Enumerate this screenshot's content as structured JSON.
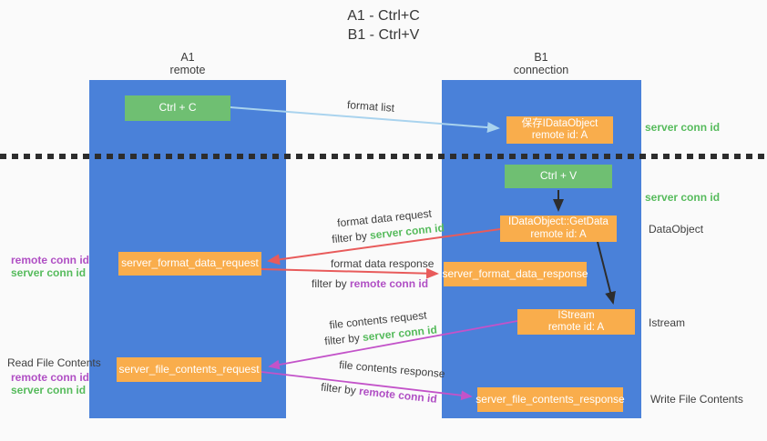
{
  "title": {
    "line1": "A1 - Ctrl+C",
    "line2": "B1 - Ctrl+V"
  },
  "columns": {
    "a1": {
      "label": "A1",
      "sublabel": "remote"
    },
    "b1": {
      "label": "B1",
      "sublabel": "connection"
    }
  },
  "nodes": {
    "ctrl_c": {
      "label": "Ctrl + C"
    },
    "ctrl_v": {
      "label": "Ctrl + V"
    },
    "save_idataobject": {
      "line1": "保存IDataObject",
      "line2": "remote id: A"
    },
    "idataobject_getdata": {
      "line1": "IDataObject::GetData",
      "line2": "remote id: A"
    },
    "istream": {
      "line1": "IStream",
      "line2": "remote id: A"
    },
    "server_format_data_request": {
      "label": "server_format_data_request"
    },
    "server_format_data_response": {
      "label": "server_format_data_response"
    },
    "server_file_contents_request": {
      "label": "server_file_contents_request"
    },
    "server_file_contents_response": {
      "label": "server_file_contents_response"
    }
  },
  "arrow_labels": {
    "format_list": "format list",
    "format_data_request": "format data request",
    "format_data_request_filter": {
      "prefix": "filter by ",
      "highlight": "server conn id"
    },
    "format_data_response": "format data response",
    "format_data_response_filter": {
      "prefix": "filter by ",
      "highlight": "remote conn id"
    },
    "file_contents_request": "file contents request",
    "file_contents_request_filter": {
      "prefix": "filter by ",
      "highlight": "server conn id"
    },
    "file_contents_response": "file contents response",
    "file_contents_response_filter": {
      "prefix": "filter by ",
      "highlight": "remote conn id"
    }
  },
  "annotations": {
    "right_top_server_conn_id": "server conn id",
    "right_mid_server_conn_id": "server conn id",
    "dataobject": "DataObject",
    "istream": "Istream",
    "write_file_contents": "Write File Contents",
    "read_file_contents": "Read File Contents",
    "left_mid": {
      "remote": "remote conn id",
      "server": "server conn id"
    },
    "left_bottom": {
      "remote": "remote conn id",
      "server": "server conn id"
    }
  },
  "colors": {
    "lifeline_blue": "#4a81d9",
    "box_green": "#6fbf72",
    "box_orange": "#f9ad4c",
    "text_green": "#56bb5c",
    "text_purple": "#b04fc4",
    "arrow_red": "#e85b5b",
    "arrow_magenta": "#c353c9",
    "arrow_lightblue": "#a9d3ee",
    "arrow_black": "#2d2d2d"
  }
}
